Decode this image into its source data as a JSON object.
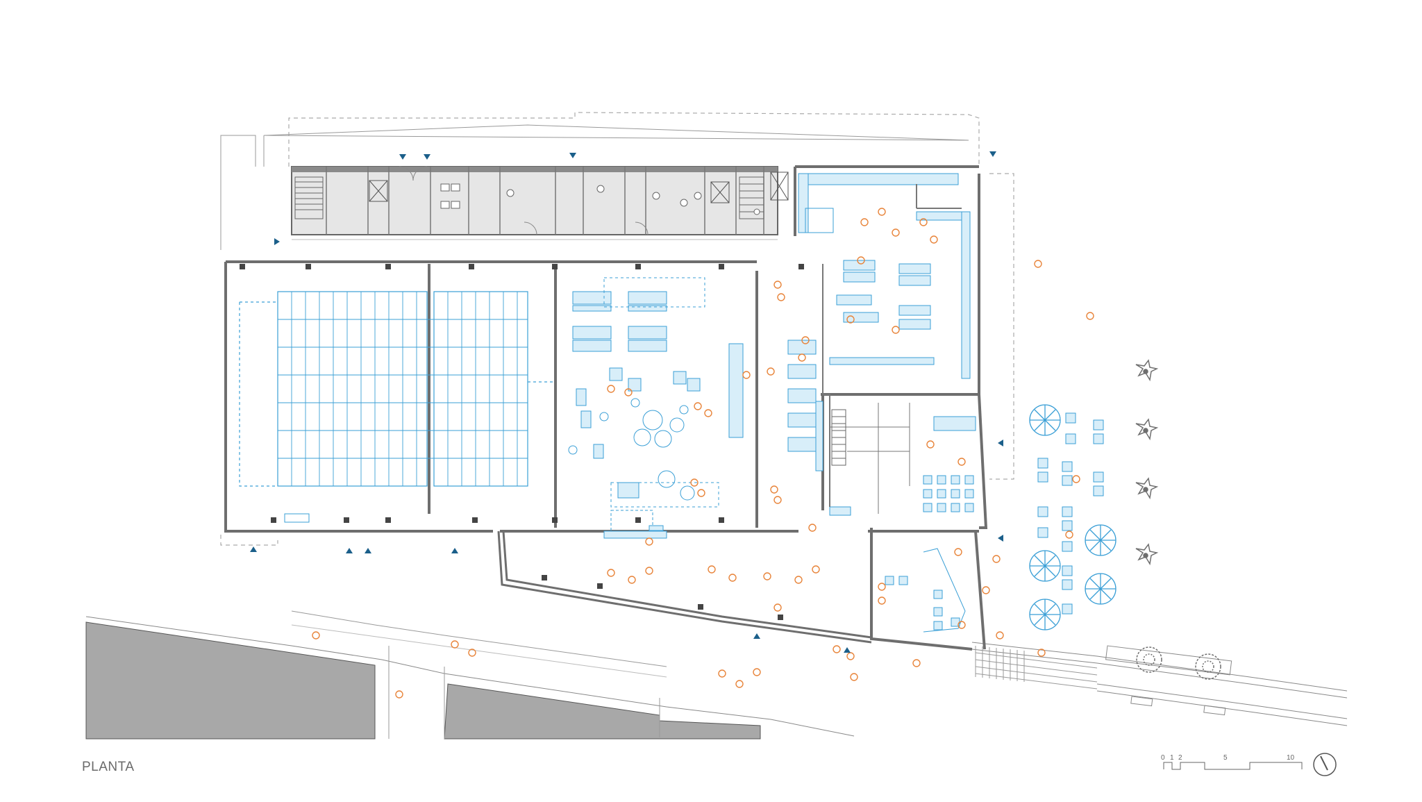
{
  "drawing": {
    "title": "PLANTA",
    "scale_bar": {
      "ticks": [
        "0",
        "1",
        "2",
        "5",
        "10"
      ]
    },
    "north_arrow": "north-arrow-icon"
  },
  "colors": {
    "background": "#ffffff",
    "wall": "#6e6e6e",
    "wall_fill": "#8a8a8a",
    "service_zone": "#e6e6e6",
    "exterior_gray": "#a8a8a8",
    "furniture": "#3a9fd6",
    "furniture_fill": "#d8eef9",
    "people": "#e8843a",
    "entry_marker": "#1b5f8a",
    "trees": "#8a8a8a"
  },
  "legend_icons": [
    "entry-arrow-icon",
    "person-icon",
    "tree-icon",
    "umbrella-icon",
    "table-icon",
    "north-arrow-icon"
  ]
}
